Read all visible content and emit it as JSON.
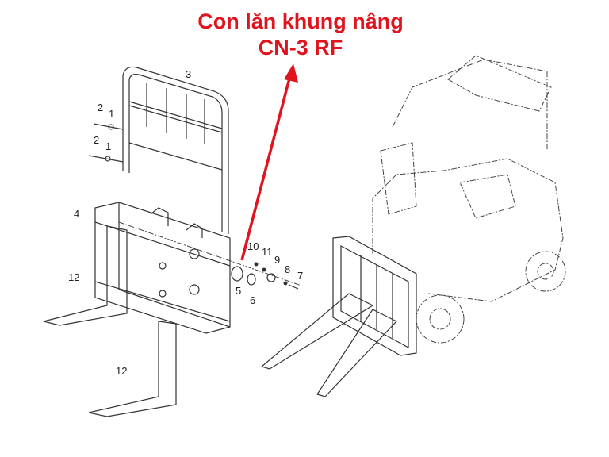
{
  "title": {
    "line1": "Con lăn khung nâng",
    "line2": "CN-3 RF",
    "color": "#e0141e"
  },
  "part_labels": {
    "p3": "3",
    "p2a": "2",
    "p1a": "1",
    "p2b": "2",
    "p1b": "1",
    "p4": "4",
    "p12a": "12",
    "p12b": "12",
    "p5": "5",
    "p6": "6",
    "p10": "10",
    "p11": "11",
    "p9": "9",
    "p8": "8",
    "p7": "7"
  }
}
